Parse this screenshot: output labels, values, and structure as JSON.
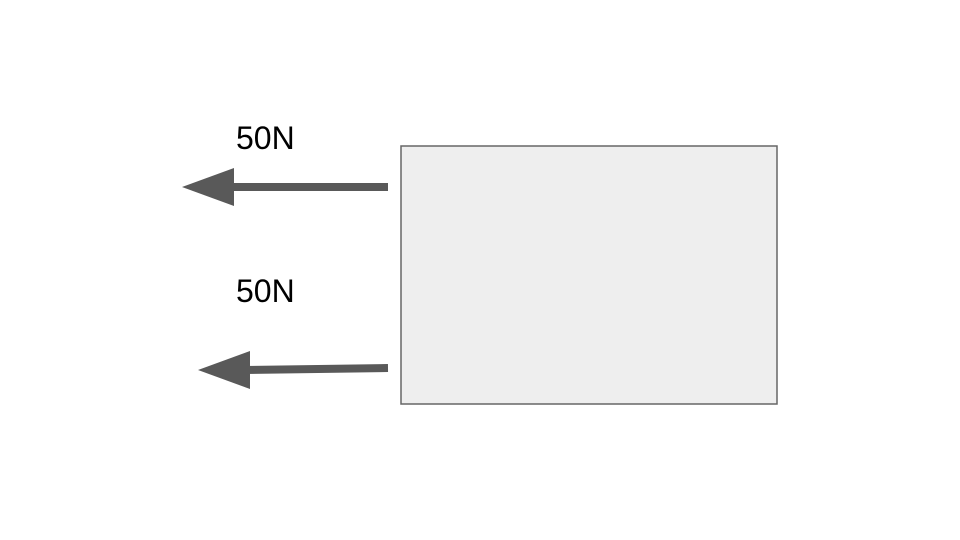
{
  "diagram": {
    "box": {
      "fill": "#eeeeee",
      "stroke": "#666666"
    },
    "arrow_color": "#595959",
    "forces": [
      {
        "label": "50N",
        "direction": "left"
      },
      {
        "label": "50N",
        "direction": "left"
      }
    ]
  }
}
